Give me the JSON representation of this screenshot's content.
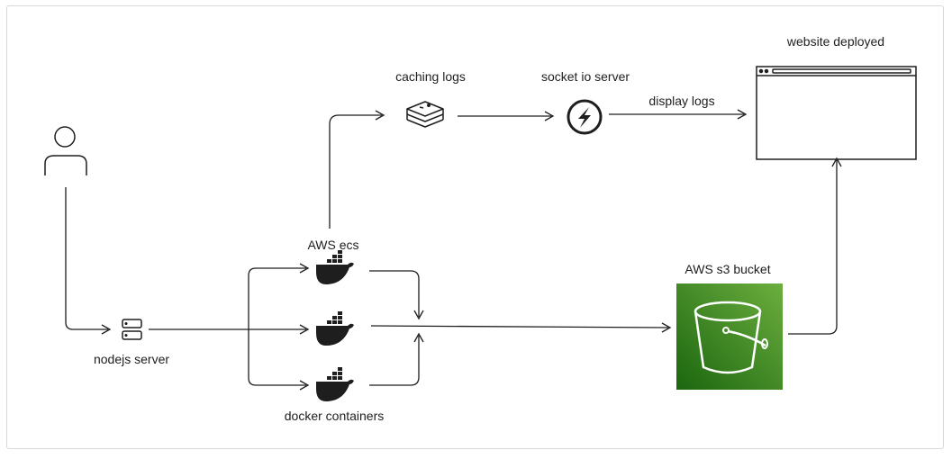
{
  "labels": {
    "nodejs_server": "nodejs server",
    "aws_ecs": "AWS ecs",
    "docker_containers": "docker containers",
    "caching_logs": "caching logs",
    "socket_io_server": "socket io server",
    "display_logs": "display logs",
    "website_deployed": "website deployed",
    "aws_s3_bucket": "AWS s3 bucket"
  },
  "colors": {
    "stroke": "#1e1e1e",
    "s3_gradient_start": "#1b660f",
    "s3_gradient_end": "#6cae3e",
    "background": "#ffffff",
    "border": "#d9d9d9"
  },
  "icons": {
    "user": "user-icon",
    "server": "server-icon",
    "docker": "docker-whale-icon",
    "redis": "redis-stack-icon",
    "socket_io": "socket-io-icon",
    "browser": "browser-window-icon",
    "s3": "s3-bucket-icon"
  }
}
